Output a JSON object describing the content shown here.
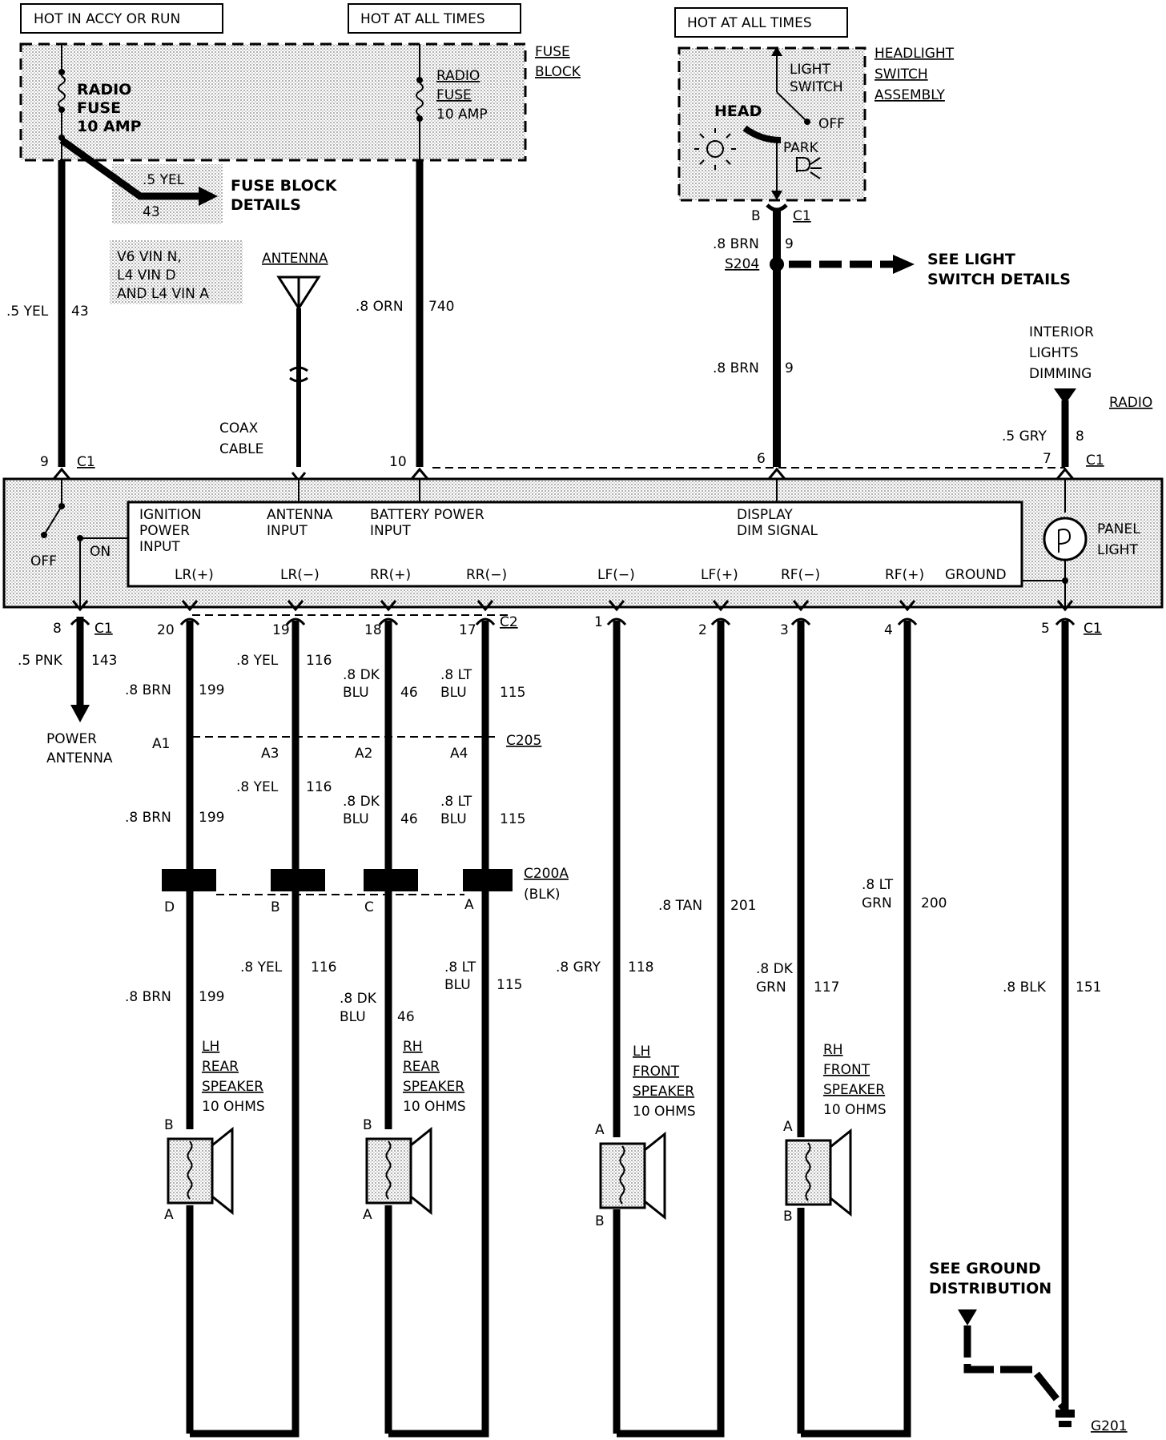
{
  "labels": {
    "hot_accy_run": "HOT IN ACCY OR RUN",
    "hot_all_times_1": "HOT AT ALL TIMES",
    "hot_all_times_2": "HOT AT ALL TIMES",
    "fuse_block": [
      "FUSE",
      "BLOCK"
    ],
    "radio_fuse_main": [
      "RADIO",
      "FUSE",
      "10 AMP"
    ],
    "radio_fuse_2": [
      "RADIO",
      "FUSE",
      "10 AMP"
    ],
    "headlight_switch_assy": [
      "HEADLIGHT",
      "SWITCH",
      "ASSEMBLY"
    ],
    "light_switch": [
      "LIGHT",
      "SWITCH"
    ],
    "head": "HEAD",
    "off": "OFF",
    "park": "PARK",
    "fuse_block_details": [
      "FUSE BLOCK",
      "DETAILS"
    ],
    "see_light_switch": [
      "SEE LIGHT",
      "SWITCH DETAILS"
    ],
    "vin_note": [
      "V6 VIN N,",
      "L4 VIN D",
      "AND L4 VIN A"
    ],
    "antenna": "ANTENNA",
    "coax": [
      "COAX",
      "CABLE"
    ],
    "interior_dim": [
      "INTERIOR",
      "LIGHTS",
      "DIMMING"
    ],
    "radio": "RADIO",
    "panel_light": [
      "PANEL",
      "LIGHT"
    ],
    "radio_off": "OFF",
    "radio_on": "ON",
    "inputs": {
      "ign": [
        "IGNITION",
        "POWER",
        "INPUT"
      ],
      "ant": [
        "ANTENNA",
        "INPUT"
      ],
      "bat": [
        "BATTERY POWER",
        "INPUT"
      ],
      "dim": [
        "DISPLAY",
        "DIM SIGNAL"
      ]
    },
    "outputs": [
      "LR(+)",
      "LR(−)",
      "RR(+)",
      "RR(−)",
      "LF(−)",
      "LF(+)",
      "RF(−)",
      "RF(+)",
      "GROUND"
    ],
    "power_antenna": [
      "POWER",
      "ANTENNA"
    ],
    "c205": "C205",
    "c200a": "C200A",
    "blk": "(BLK)",
    "see_ground": [
      "SEE GROUND",
      "DISTRIBUTION"
    ],
    "g201": "G201",
    "s204": "S204",
    "c1": "C1",
    "c2": "C2",
    "speakers": {
      "lh_rear": [
        "LH",
        "REAR",
        "SPEAKER",
        "10 OHMS"
      ],
      "rh_rear": [
        "RH",
        "REAR",
        "SPEAKER",
        "10 OHMS"
      ],
      "lh_front": [
        "LH",
        "FRONT",
        "SPEAKER",
        "10 OHMS"
      ],
      "rh_front": [
        "RH",
        "FRONT",
        "SPEAKER",
        "10 OHMS"
      ]
    }
  },
  "wires": {
    "yel43": [
      ".5 YEL",
      "43"
    ],
    "orn740": [
      ".8 ORN",
      "740"
    ],
    "brn9": [
      ".8 BRN",
      "9"
    ],
    "gry8": [
      ".5 GRY",
      "8"
    ],
    "pnk143": [
      ".5 PNK",
      "143"
    ],
    "brn199": [
      ".8 BRN",
      "199"
    ],
    "yel116": [
      ".8 YEL",
      "116"
    ],
    "dkblu46": [
      ".8 DK",
      "BLU",
      "46"
    ],
    "ltblu115": [
      ".8 LT",
      "BLU",
      "115"
    ],
    "gry118": [
      ".8 GRY",
      "118"
    ],
    "tan201": [
      ".8 TAN",
      "201"
    ],
    "dkgrn117": [
      ".8 DK",
      "GRN",
      "117"
    ],
    "ltgrn200": [
      ".8 LT",
      "GRN",
      "200"
    ],
    "blk151": [
      ".8 BLK",
      "151"
    ]
  },
  "pins": {
    "top": [
      "9",
      "10",
      "6",
      "7"
    ],
    "bottom": [
      "8",
      "20",
      "19",
      "18",
      "17",
      "1",
      "2",
      "3",
      "4",
      "5"
    ],
    "c205": [
      "A1",
      "A3",
      "A2",
      "A4"
    ],
    "c200a": [
      "D",
      "B",
      "C",
      "A"
    ],
    "b_pin": "B",
    "spk_top": [
      "B",
      "B",
      "A",
      "A"
    ],
    "spk_bottom": [
      "A",
      "A",
      "B",
      "B"
    ]
  }
}
